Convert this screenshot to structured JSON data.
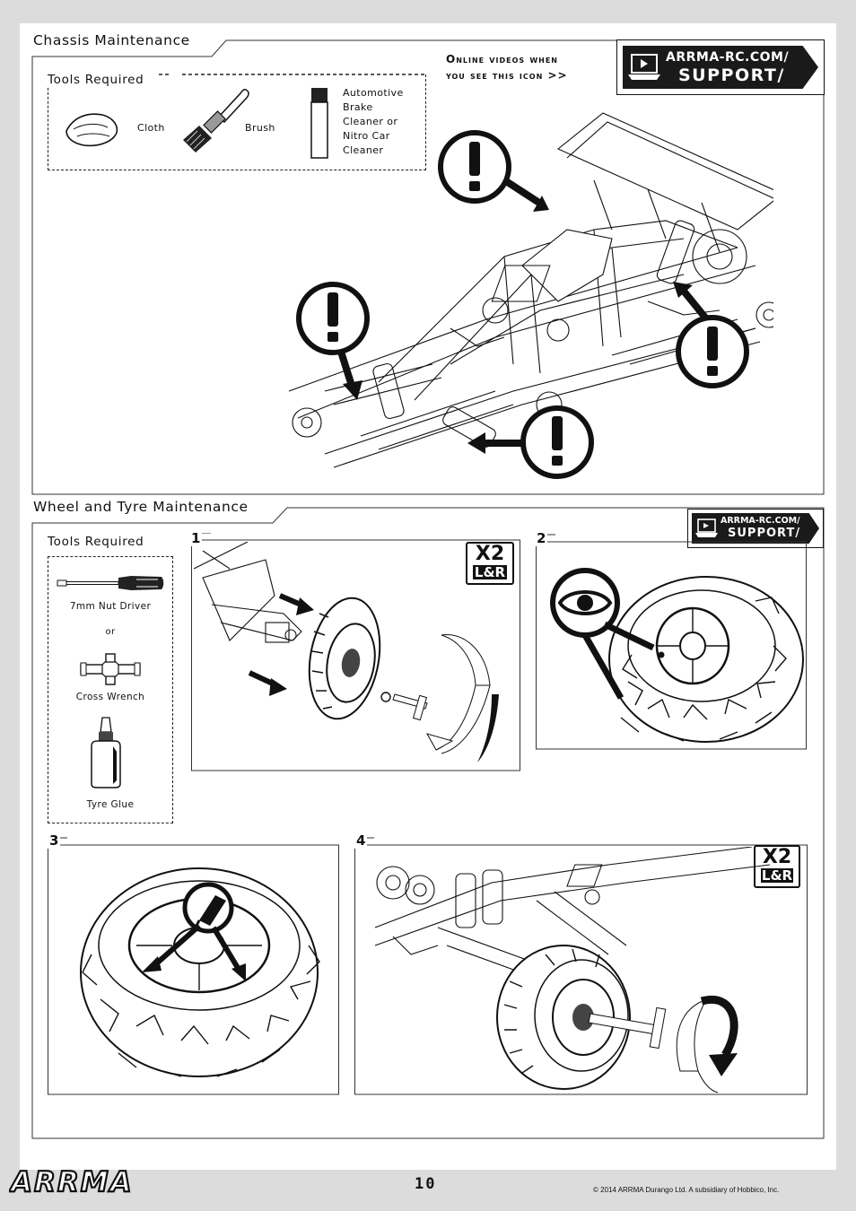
{
  "sections": {
    "chassis": {
      "title": "Chassis Maintenance",
      "tools_title": "Tools Required",
      "tools": [
        "Cloth",
        "Brush"
      ],
      "cleaner_lines": [
        "Automotive",
        "Brake",
        "Cleaner or",
        "Nitro Car",
        "Cleaner"
      ]
    },
    "wheel": {
      "title": "Wheel and Tyre Maintenance",
      "tools_title": "Tools Required",
      "tools": [
        "7mm Nut Driver",
        "or",
        "Cross Wrench",
        "Tyre Glue"
      ]
    }
  },
  "online": {
    "line1": "Online videos when",
    "line2": "you see this icon >>"
  },
  "support_badge": {
    "line1": "ARRMA-RC.COM/",
    "line2": "SUPPORT/"
  },
  "x2_badge": {
    "top": "X2",
    "bottom": "L&R"
  },
  "steps": [
    "1",
    "2",
    "3",
    "4"
  ],
  "footer": {
    "logo": "ARRMA",
    "page_number": "10",
    "copyright": "© 2014 ARRMA Durango Ltd. A subsidiary of Hobbico, Inc."
  },
  "icons": [
    "exclamation-icon",
    "eye-icon",
    "support-laptop-icon",
    "rotate-arrow-icon"
  ]
}
